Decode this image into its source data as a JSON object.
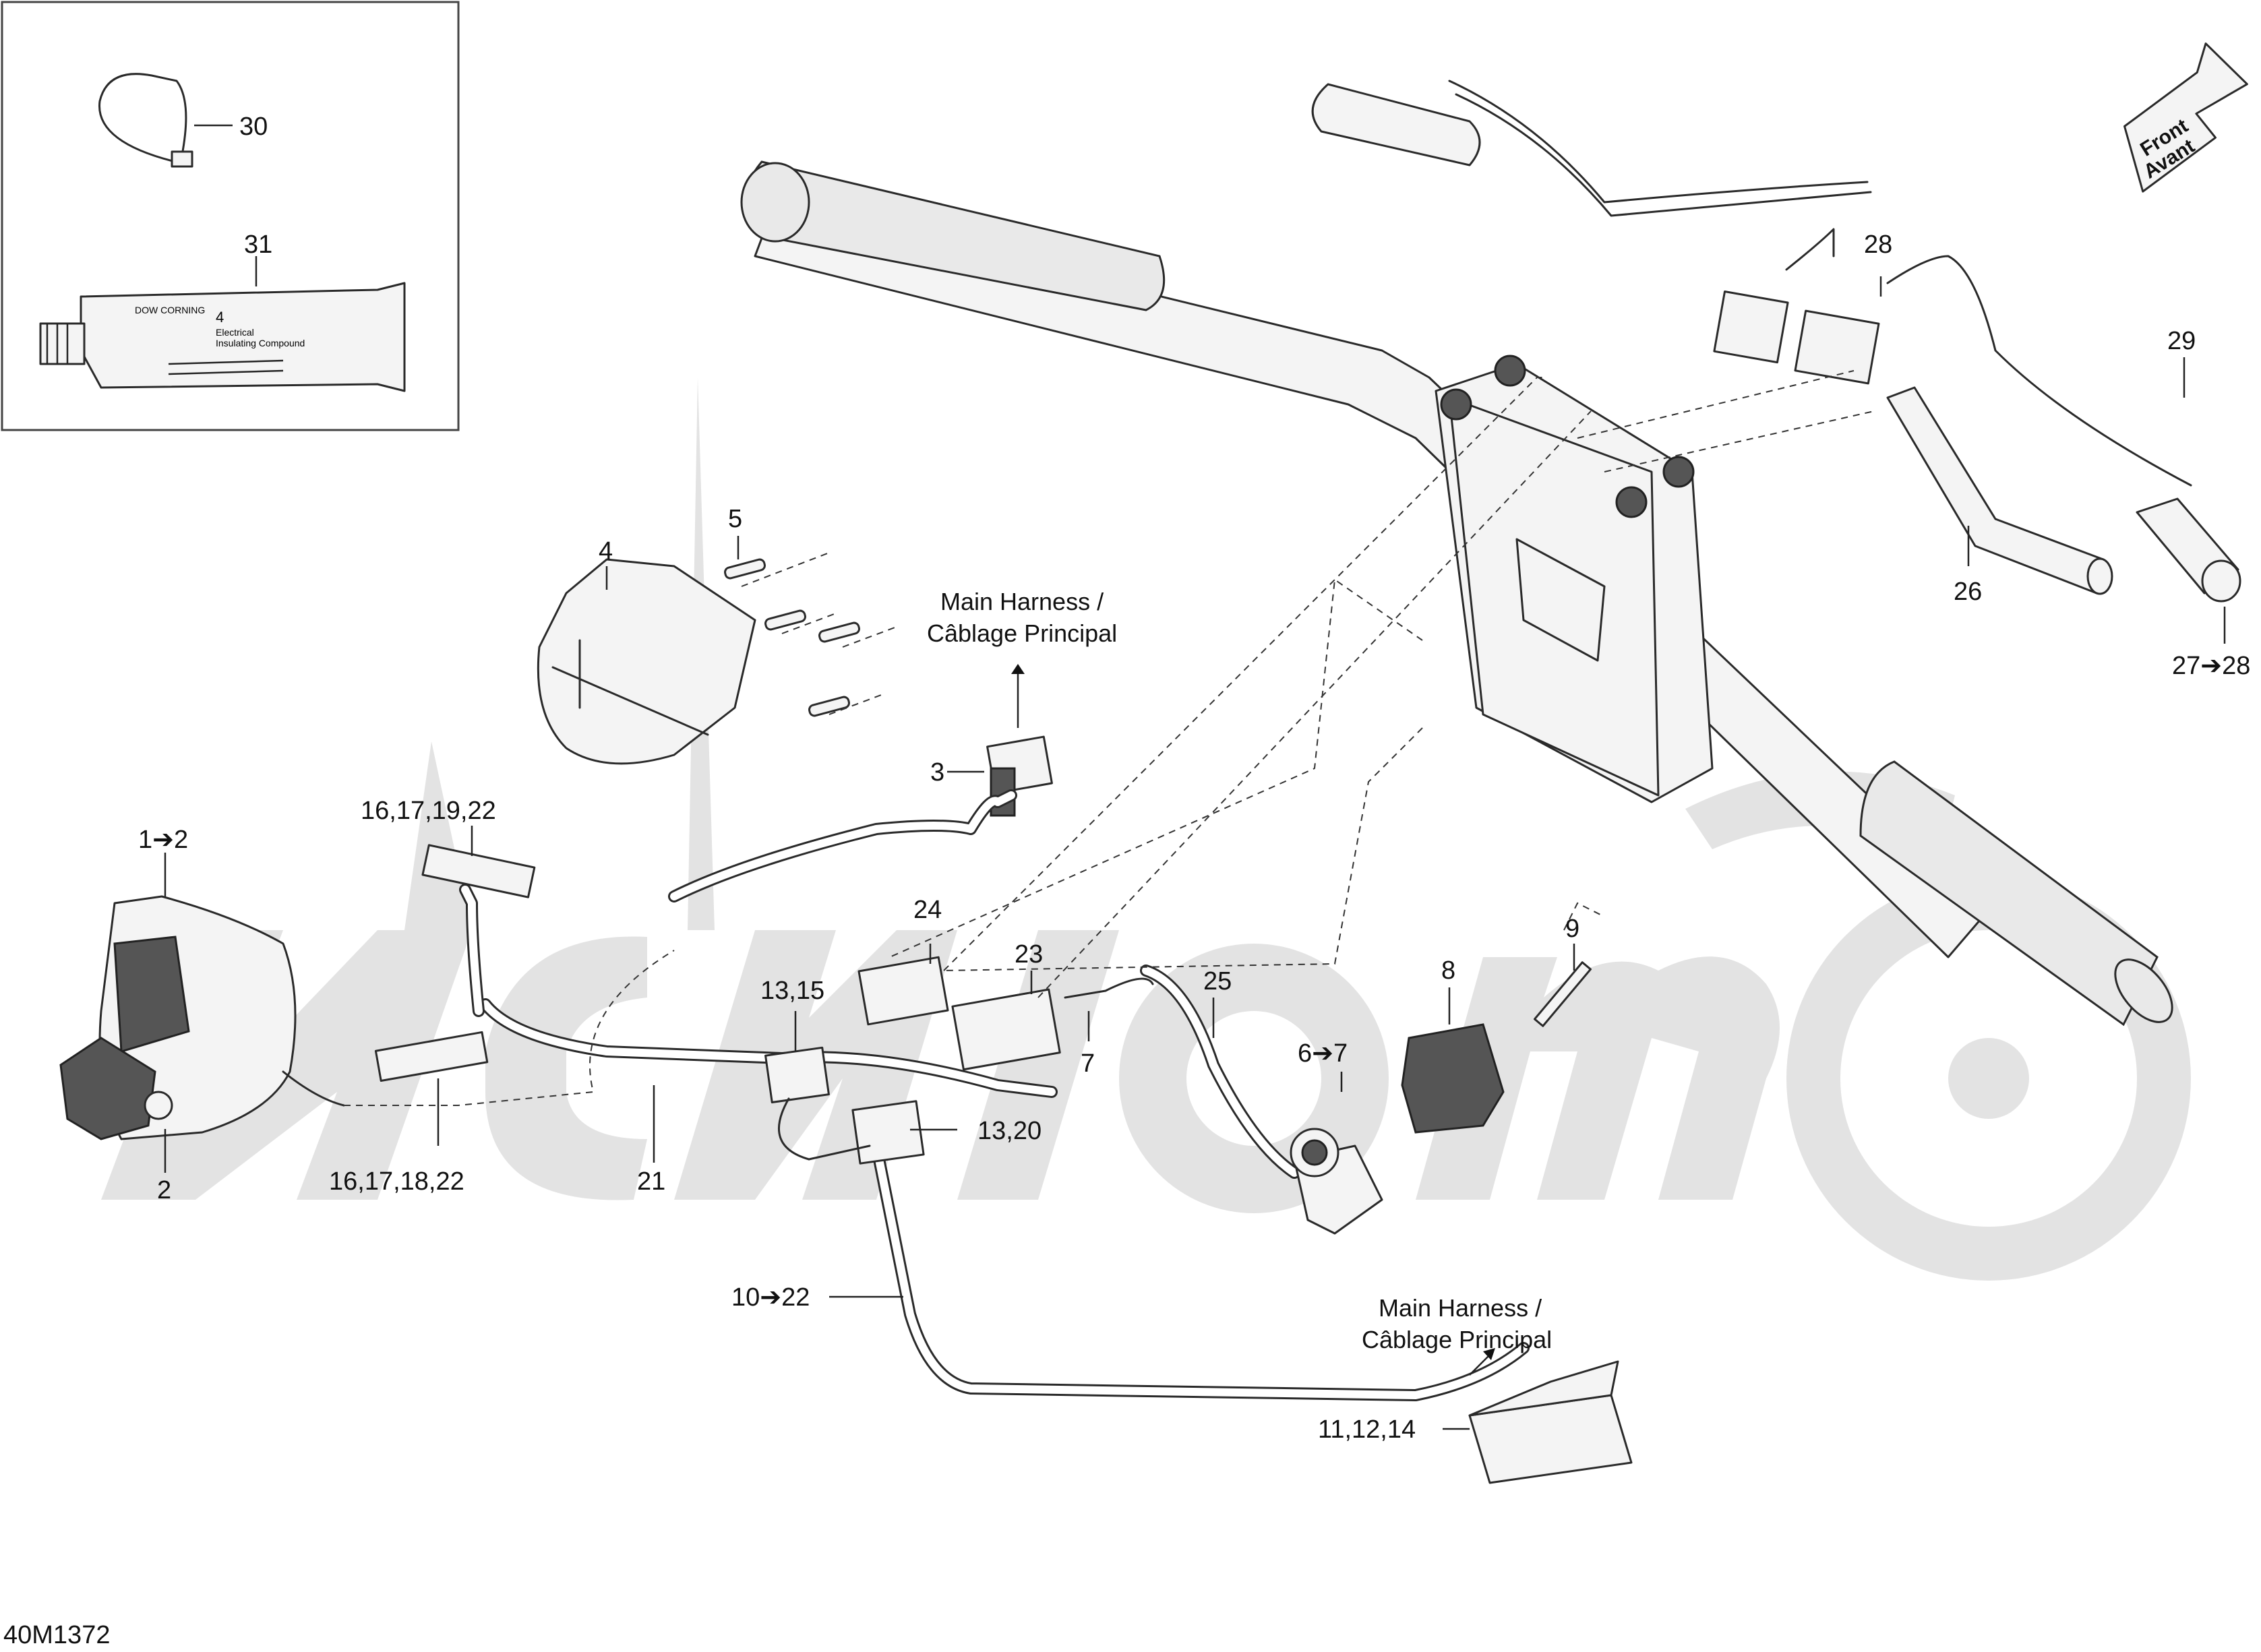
{
  "drawing_id": "40M1372",
  "direction_arrow": {
    "line1": "Front",
    "line2": "Avant"
  },
  "notes": [
    {
      "id": "main-harness-upper",
      "line1": "Main Harness /",
      "line2": "Câblage Principal"
    },
    {
      "id": "main-harness-lower",
      "line1": "Main Harness /",
      "line2": "Câblage Principal"
    }
  ],
  "callouts": [
    {
      "id": "c30",
      "label": "30"
    },
    {
      "id": "c31",
      "label": "31"
    },
    {
      "id": "c5",
      "label": "5"
    },
    {
      "id": "c4",
      "label": "4"
    },
    {
      "id": "c3",
      "label": "3"
    },
    {
      "id": "c1-2",
      "label": "1➔2"
    },
    {
      "id": "c2",
      "label": "2"
    },
    {
      "id": "c16-17-19-22",
      "label": "16,17,19,22"
    },
    {
      "id": "c16-17-18-22",
      "label": "16,17,18,22"
    },
    {
      "id": "c21",
      "label": "21"
    },
    {
      "id": "c24",
      "label": "24"
    },
    {
      "id": "c23",
      "label": "23"
    },
    {
      "id": "c13-15",
      "label": "13,15"
    },
    {
      "id": "c13-20",
      "label": "13,20"
    },
    {
      "id": "c7",
      "label": "7"
    },
    {
      "id": "c25",
      "label": "25"
    },
    {
      "id": "c6-7",
      "label": "6➔7"
    },
    {
      "id": "c8",
      "label": "8"
    },
    {
      "id": "c9",
      "label": "9"
    },
    {
      "id": "c10-22",
      "label": "10➔22"
    },
    {
      "id": "c11-12-14",
      "label": "11,12,14"
    },
    {
      "id": "c28",
      "label": "28"
    },
    {
      "id": "c29",
      "label": "29"
    },
    {
      "id": "c26",
      "label": "26"
    },
    {
      "id": "c27-28",
      "label": "27➔28"
    }
  ],
  "parts": {
    "tube_label_line1": "DOW CORNING",
    "tube_label_line2": "Electrical",
    "tube_label_line3": "Insulating Compound",
    "tube_number": "4"
  },
  "icons": [
    "zip-tie-icon",
    "grease-tube-icon",
    "switch-housing-icon",
    "handlebar-icon",
    "connector-icon",
    "grip-icon",
    "heated-grip-icon"
  ]
}
